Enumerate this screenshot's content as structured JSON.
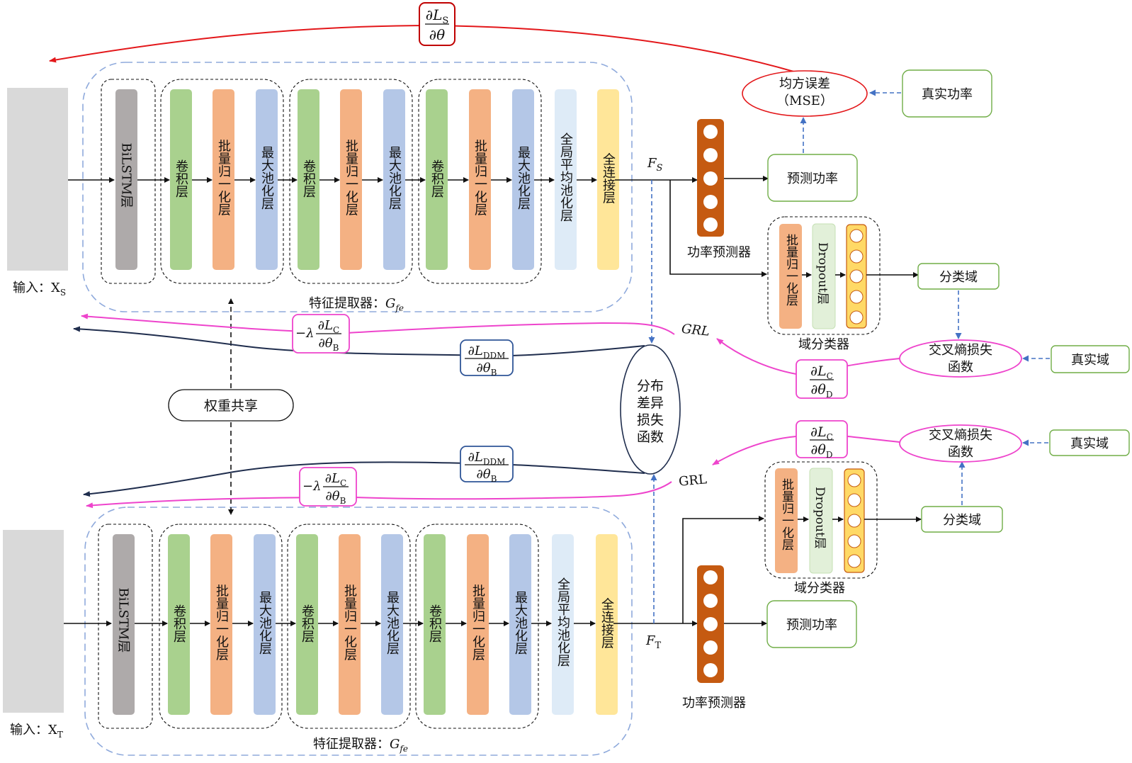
{
  "colors": {
    "input_block": "#d9d9d9",
    "bilstm": "#aeaaaa",
    "conv": "#a9d18e",
    "batchnorm": "#f4b183",
    "maxpool": "#b4c7e7",
    "gap": "#deebf7",
    "fc": "#ffe699",
    "predictor": "#c55a11",
    "domain_dense": "#ffd966",
    "dropout": "#e2f0d9",
    "green_box_border": "#70ad47",
    "source_loss_red": "#e3171a",
    "grl_pink": "#ee44cc",
    "ddm_navy": "#1f2d4d",
    "dashed_blue": "#4472c4",
    "extractor_border": "#8faadc"
  },
  "source_branch": {
    "input_label": "输入：",
    "input_var": "X",
    "input_sub": "S",
    "feature_var": "F",
    "feature_sub": "S",
    "extractor_caption": "特征提取器：",
    "extractor_var": "G",
    "extractor_sub": "fe"
  },
  "target_branch": {
    "input_label": "输入：",
    "input_var": "X",
    "input_sub": "T",
    "feature_var": "F",
    "feature_sub": "T",
    "extractor_caption": "特征提取器：",
    "extractor_var": "G",
    "extractor_sub": "fe"
  },
  "layers": {
    "bilstm": "BiLSTM层",
    "conv": "卷积层",
    "batchnorm": "批量归一化层",
    "maxpool": "最大池化层",
    "gap": "全局平均池化层",
    "fc": "全连接层",
    "dropout": "Dropout层"
  },
  "blocks": {
    "power_predictor": "功率预测器",
    "predicted_power": "预测功率",
    "true_power": "真实功率",
    "mse_line1": "均方误差",
    "mse_line2": "（MSE）",
    "domain_classifier": "域分类器",
    "classified_domain": "分类域",
    "true_domain": "真实域",
    "ce_line1": "交叉熵损失",
    "ce_line2": "函数",
    "grl": "GRL",
    "weight_sharing": "权重共享",
    "ddm_loss": [
      "分布",
      "差异",
      "损失",
      "函数"
    ]
  },
  "gradients": {
    "ls_num": "∂L",
    "ls_num_sub": "S",
    "ls_den": "∂θ",
    "lc_num": "∂L",
    "lc_num_sub": "C",
    "lc_den_d": "∂θ",
    "lc_den_d_sub": "D",
    "neg_lambda": "−λ",
    "lc_den_b": "∂θ",
    "lc_den_b_sub": "B",
    "ddm_num": "∂L",
    "ddm_num_sub": "DDM",
    "ddm_den": "∂θ",
    "ddm_den_sub": "B"
  }
}
